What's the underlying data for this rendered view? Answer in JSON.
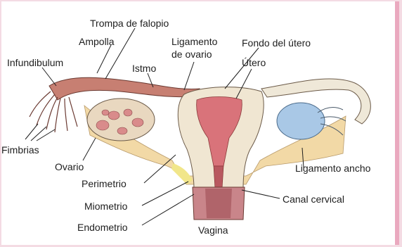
{
  "labels": {
    "trompa": "Trompa de falopio",
    "ampolla": "Ampolla",
    "infundibulum": "Infundibulum",
    "istmo": "Istmo",
    "ligamento_ovario_1": "Ligamento",
    "ligamento_ovario_2": "de ovario",
    "fondo_utero": "Fondo del útero",
    "utero": "Útero",
    "fimbrias": "Fimbrias",
    "ovario": "Ovario",
    "perimetrio": "Perimetrio",
    "miometrio": "Miometrio",
    "endometrio": "Endometrio",
    "vagina": "Vagina",
    "ligamento_ancho": "Ligamento ancho",
    "canal_cervical": "Canal cervical"
  }
}
